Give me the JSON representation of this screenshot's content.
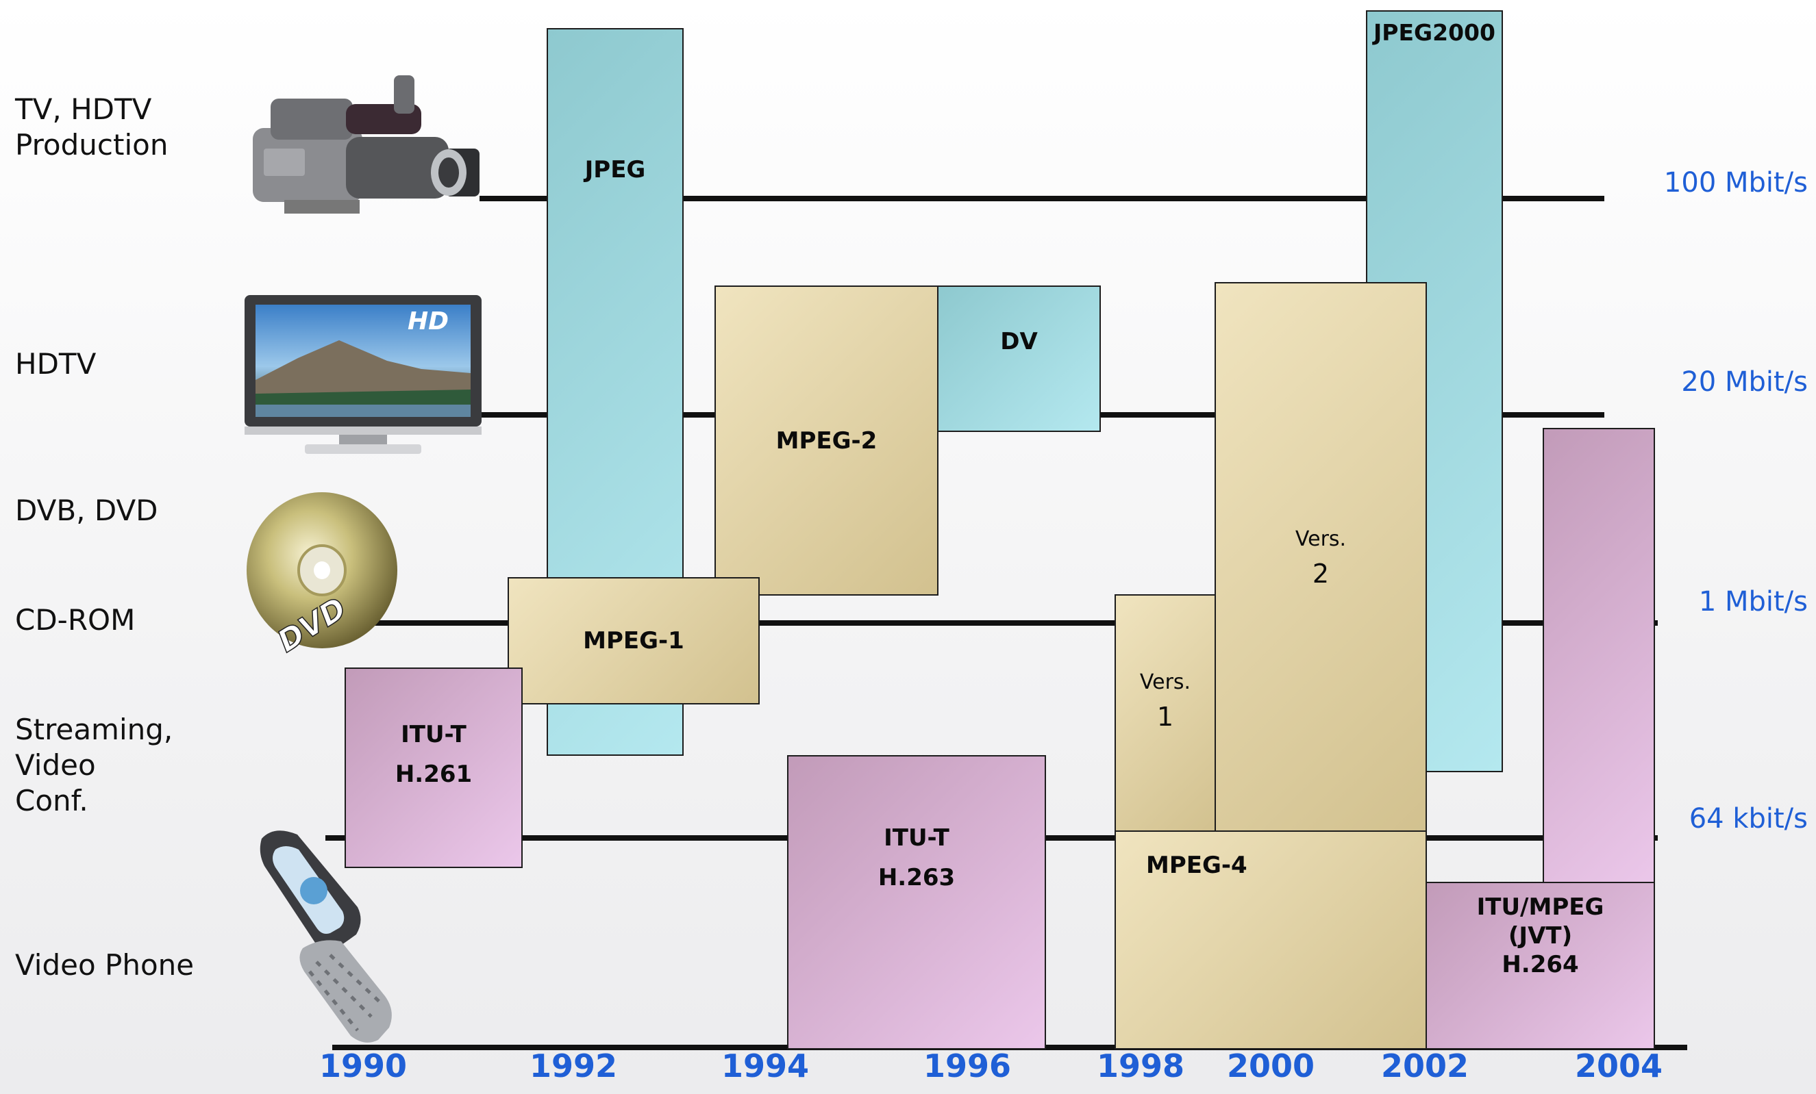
{
  "categories": [
    "TV, HDTV\nProduction",
    "HDTV",
    "DVB, DVD",
    "CD-ROM",
    "Streaming, Video\nConf.",
    "Video Phone"
  ],
  "bitrates": [
    "100 Mbit/s",
    "20 Mbit/s",
    "1 Mbit/s",
    "64 kbit/s"
  ],
  "years": [
    "1990",
    "1992",
    "1994",
    "1996",
    "1998",
    "2000",
    "2002",
    "2004"
  ],
  "standards": {
    "jpeg": "JPEG",
    "jpeg2000": "JPEG2000",
    "mpeg2": "MPEG-2",
    "dv": "DV",
    "mpeg1": "MPEG-1",
    "h261": [
      "ITU-T",
      "H.261"
    ],
    "h263": [
      "ITU-T",
      "H.263"
    ],
    "mpeg4": "MPEG-4",
    "mpeg4_v1": [
      "Vers.",
      "1"
    ],
    "mpeg4_v2": [
      "Vers.",
      "2"
    ],
    "h264": [
      "ITU/MPEG",
      "(JVT)",
      "H.264"
    ]
  },
  "images": {
    "camera": "camcorder-icon",
    "hdtv": "hdtv-icon",
    "hdtv_badge": "HD",
    "dvd": "dvd-icon",
    "dvd_text": "DVD",
    "phone": "flip-phone-icon"
  },
  "colors": {
    "teal": "#a6dde4",
    "tan": "#e6d7a9",
    "purple": "#d9b5d6",
    "accent": "#1f5fd6"
  }
}
